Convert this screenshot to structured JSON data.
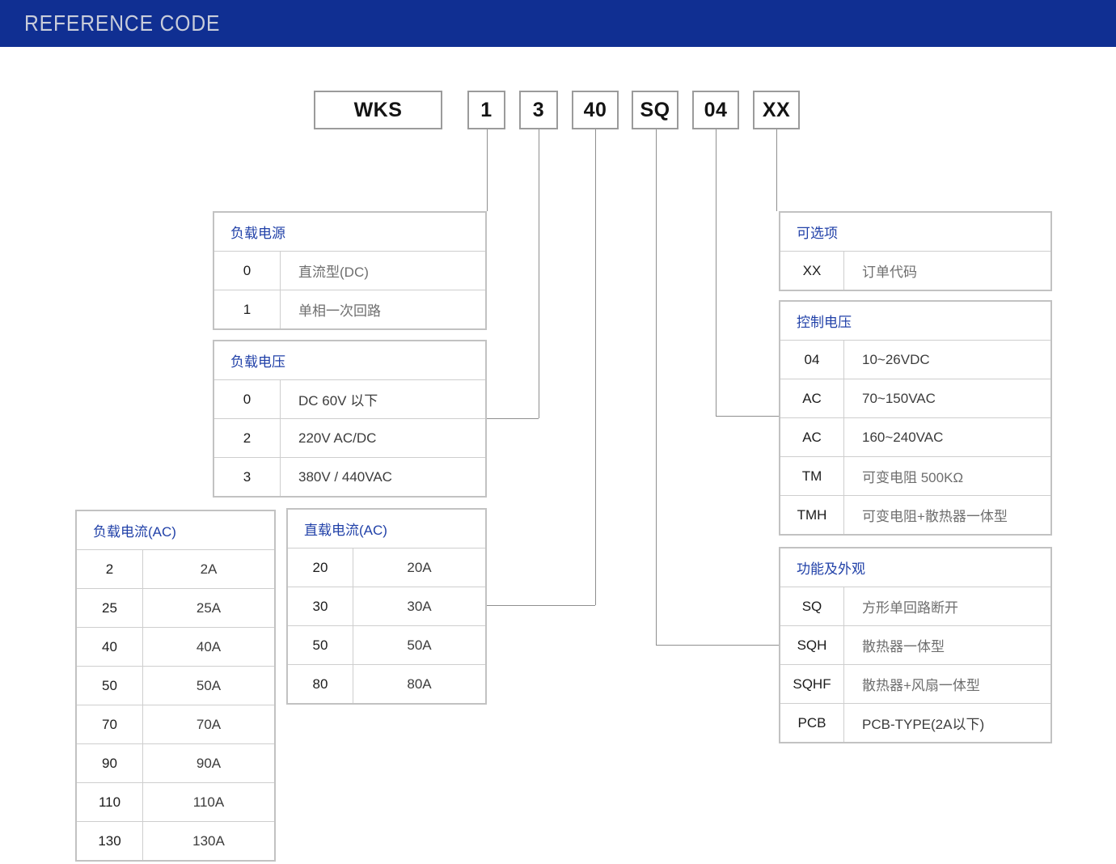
{
  "header": {
    "title": "REFERENCE CODE"
  },
  "code_boxes": {
    "model": "WKS",
    "load_power": "1",
    "load_voltage": "3",
    "load_current": "40",
    "function": "SQ",
    "control_voltage": "04",
    "option": "XX"
  },
  "tables": {
    "load_power": {
      "title": "负载电源",
      "rows": [
        {
          "code": "0",
          "desc": "直流型(DC)"
        },
        {
          "code": "1",
          "desc": "单相一次回路"
        }
      ]
    },
    "load_voltage": {
      "title": "负载电压",
      "rows": [
        {
          "code": "0",
          "desc": "DC 60V 以下"
        },
        {
          "code": "2",
          "desc": "220V AC/DC"
        },
        {
          "code": "3",
          "desc": "380V / 440VAC"
        }
      ]
    },
    "load_current_ac": {
      "title": "负载电流(AC)",
      "rows": [
        {
          "code": "2",
          "desc": "2A"
        },
        {
          "code": "25",
          "desc": "25A"
        },
        {
          "code": "40",
          "desc": "40A"
        },
        {
          "code": "50",
          "desc": "50A"
        },
        {
          "code": "70",
          "desc": "70A"
        },
        {
          "code": "90",
          "desc": "90A"
        },
        {
          "code": "110",
          "desc": "110A"
        },
        {
          "code": "130",
          "desc": "130A"
        }
      ]
    },
    "direct_current_ac": {
      "title": "直载电流(AC)",
      "rows": [
        {
          "code": "20",
          "desc": "20A"
        },
        {
          "code": "30",
          "desc": "30A"
        },
        {
          "code": "50",
          "desc": "50A"
        },
        {
          "code": "80",
          "desc": "80A"
        }
      ]
    },
    "options": {
      "title": "可选项",
      "rows": [
        {
          "code": "XX",
          "desc": "订单代码"
        }
      ]
    },
    "control_voltage": {
      "title": "控制电压",
      "rows": [
        {
          "code": "04",
          "desc": "10~26VDC"
        },
        {
          "code": "AC",
          "desc": "70~150VAC"
        },
        {
          "code": "AC",
          "desc": "160~240VAC"
        },
        {
          "code": "TM",
          "desc": "可变电阻 500KΩ"
        },
        {
          "code": "TMH",
          "desc": "可变电阻+散热器一体型"
        }
      ]
    },
    "function_appearance": {
      "title": "功能及外观",
      "rows": [
        {
          "code": "SQ",
          "desc": "方形单回路断开"
        },
        {
          "code": "SQH",
          "desc": "散热器一体型"
        },
        {
          "code": "SQHF",
          "desc": "散热器+风扇一体型"
        },
        {
          "code": "PCB",
          "desc": "PCB-TYPE(2A以下)"
        }
      ]
    }
  },
  "colors": {
    "banner_bg": "#102f92",
    "banner_text": "#c9cdda",
    "table_title_text": "#2141a8",
    "table_border": "#c2c2c2",
    "connector_line": "#8f8f8f"
  }
}
